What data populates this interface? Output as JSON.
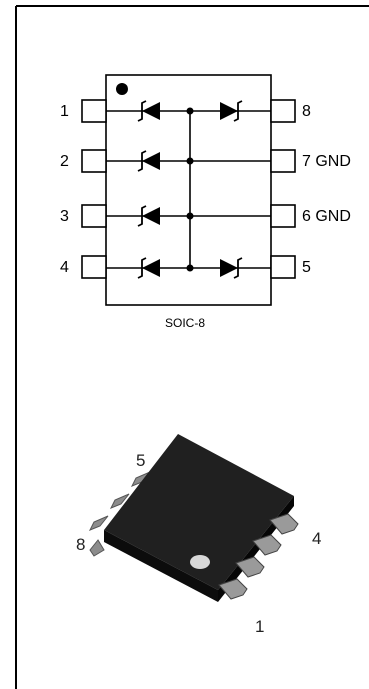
{
  "schematic": {
    "package_name": "SOIC-8",
    "pins_left": [
      {
        "number": "1",
        "label": "1"
      },
      {
        "number": "2",
        "label": "2"
      },
      {
        "number": "3",
        "label": "3"
      },
      {
        "number": "4",
        "label": "4"
      }
    ],
    "pins_right": [
      {
        "number": "8",
        "label": "8"
      },
      {
        "number": "7",
        "label": "7 GND"
      },
      {
        "number": "6",
        "label": "6 GND"
      },
      {
        "number": "5",
        "label": "5"
      }
    ]
  },
  "package_render": {
    "pin_labels": {
      "p5": "5",
      "p8": "8",
      "p4": "4",
      "p1": "1"
    }
  },
  "colors": {
    "line": "#000000",
    "body": "#1a1a1a",
    "lead": "#9a9a9a",
    "dot": "#d8d8d8"
  }
}
